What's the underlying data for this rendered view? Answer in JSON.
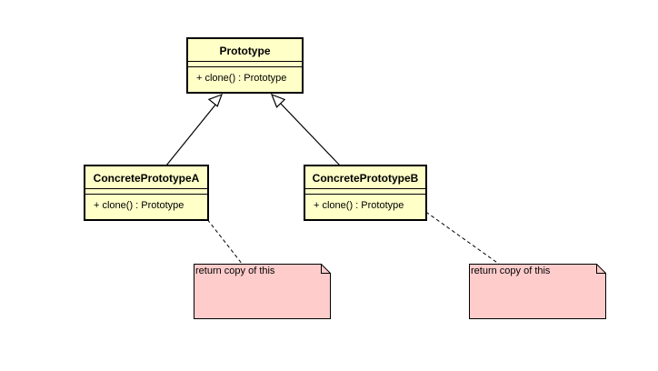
{
  "diagram": {
    "colors": {
      "class_fill": "#ffffc8",
      "note_fill": "#ffcccc",
      "stroke": "#000000",
      "background": "#ffffff"
    },
    "classes": {
      "prototype": {
        "name": "Prototype",
        "operation": "+ clone() : Prototype"
      },
      "concrete_a": {
        "name": "ConcretePrototypeA",
        "operation": "+ clone() : Prototype"
      },
      "concrete_b": {
        "name": "ConcretePrototypeB",
        "operation": "+ clone() : Prototype"
      }
    },
    "notes": {
      "note_a": "return copy of this",
      "note_b": "return copy of this"
    }
  }
}
